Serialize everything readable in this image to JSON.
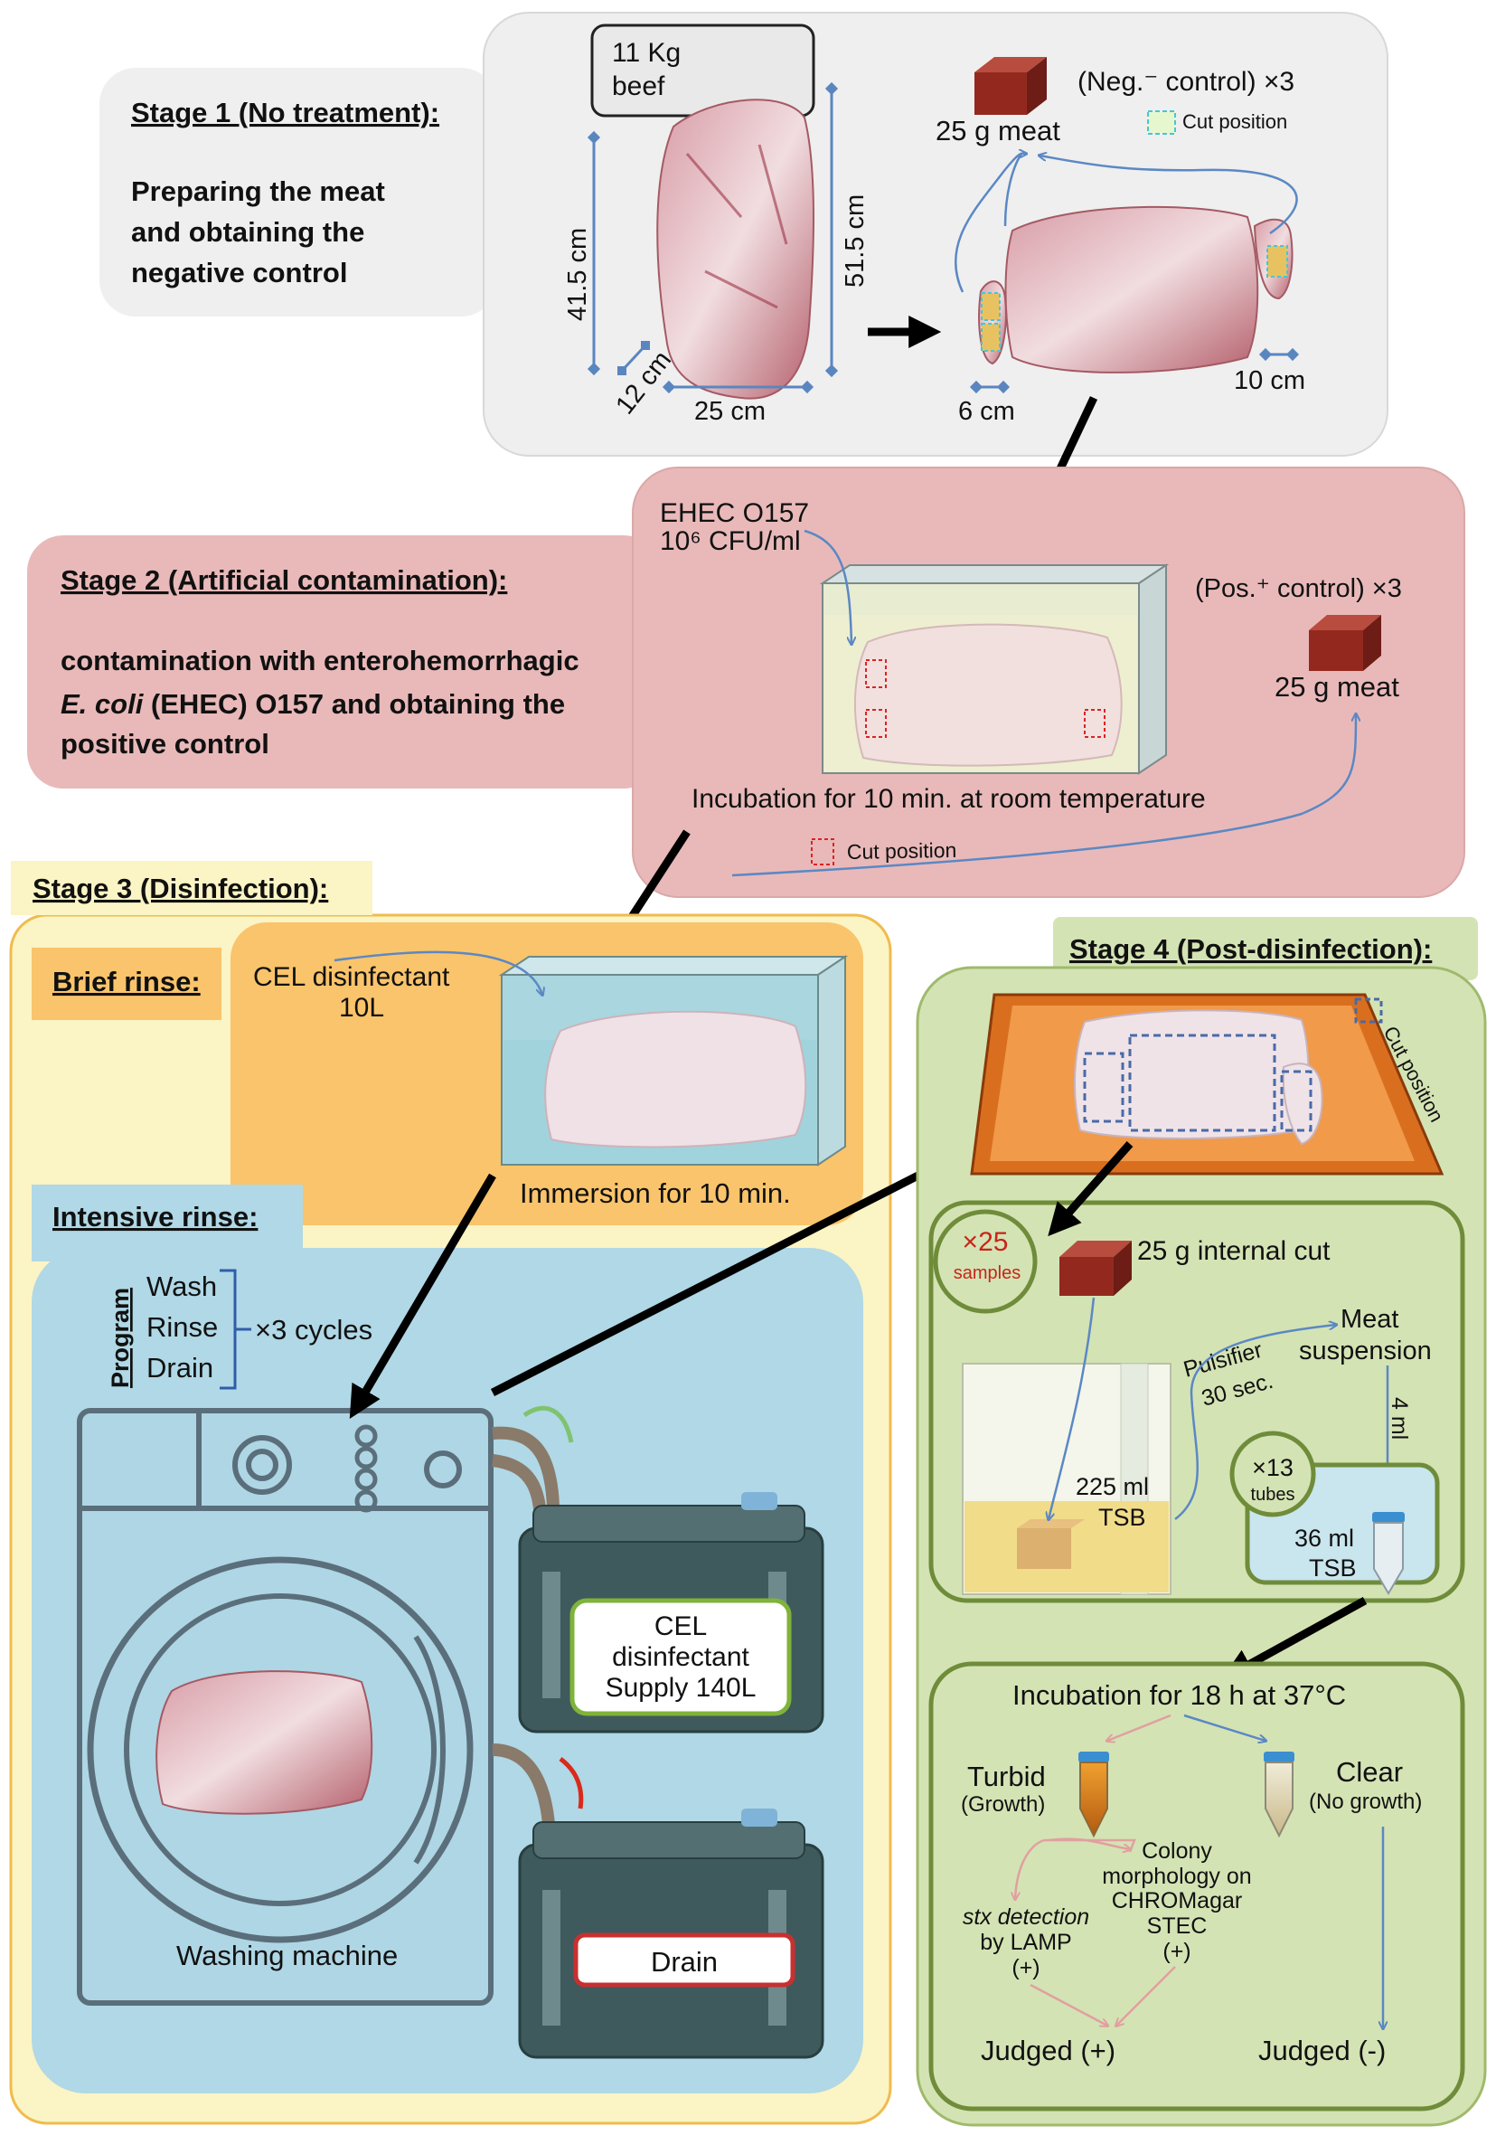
{
  "stage1": {
    "heading": "Stage 1 (No treatment):",
    "desc": [
      "Preparing the meat",
      "and obtaining the",
      "negative control"
    ],
    "beef_label": [
      "11 Kg",
      "beef"
    ],
    "dim_height": "41.5 cm",
    "dim_width": "25 cm",
    "dim_depth": "12 cm",
    "dim_diag": "51.5 cm",
    "piece_label": "25 g meat",
    "neg_control": "(Neg.⁻ control) ×3",
    "cut_position": "Cut position",
    "dim_left_slice": "6 cm",
    "dim_right_slice": "10 cm"
  },
  "stage2": {
    "heading": "Stage 2 (Artificial contamination):",
    "desc": [
      "contamination with enterohemorrhagic",
      "E. coli (EHEC) O157 and obtaining the",
      "positive control"
    ],
    "desc_italic": "E. coli",
    "ehec_name": "EHEC O157",
    "ehec_conc": "10⁶ CFU/ml",
    "pos_control": "(Pos.⁺ control) ×3",
    "piece_label": "25 g meat",
    "incubation": "Incubation for 10 min. at room temperature",
    "cut_position": "Cut position"
  },
  "stage3": {
    "heading": "Stage 3 (Disinfection):",
    "brief_heading": "Brief rinse:",
    "cel_label": [
      "CEL disinfectant",
      "10L"
    ],
    "immersion": "Immersion for 10 min.",
    "intensive_heading": "Intensive rinse:",
    "program_label": "Program",
    "program_steps": [
      "Wash",
      "Rinse",
      "Drain"
    ],
    "cycles": "×3 cycles",
    "machine_label": "Washing machine",
    "supply_label": [
      "CEL",
      "disinfectant",
      "Supply 140L"
    ],
    "drain_label": "Drain"
  },
  "stage4": {
    "heading": "Stage 4 (Post-disinfection):",
    "cut_position": "Cut position",
    "samples_count": "×25",
    "samples_word": "samples",
    "internal_cut": "25 g internal cut",
    "pulsifier": [
      "Pulsifier",
      "30 sec."
    ],
    "meat_suspension": [
      "Meat",
      "suspension"
    ],
    "ml4": "4 ml",
    "tsb225": [
      "225 ml",
      "TSB"
    ],
    "tubes_count": "×13",
    "tubes_word": "tubes",
    "tsb36": [
      "36 ml",
      "TSB"
    ],
    "incubation": "Incubation for 18 h at 37°C",
    "turbid": [
      "Turbid",
      "(Growth)"
    ],
    "clear": [
      "Clear",
      "(No growth)"
    ],
    "colony": [
      "Colony",
      "morphology on",
      "CHROMagar",
      "STEC",
      "(+)"
    ],
    "stx": [
      "stx detection",
      "by LAMP",
      "(+)"
    ],
    "judged_pos": "Judged (+)",
    "judged_neg": "Judged (-)"
  },
  "colors": {
    "stage1_bg": "#efefef",
    "stage2_bg": "#e9b9b9",
    "stage3_bg": "#fbf4c4",
    "brief_bg": "#f9c46b",
    "intensive_bg": "#b0d8e6",
    "stage4_bg": "#d4e3b4",
    "stage4_border": "#6f8c3a",
    "arrow": "#000000",
    "thin_arrow": "#5b88c4",
    "pink_arrow": "#e4a4a4",
    "meat_red": "#8c2a22"
  }
}
